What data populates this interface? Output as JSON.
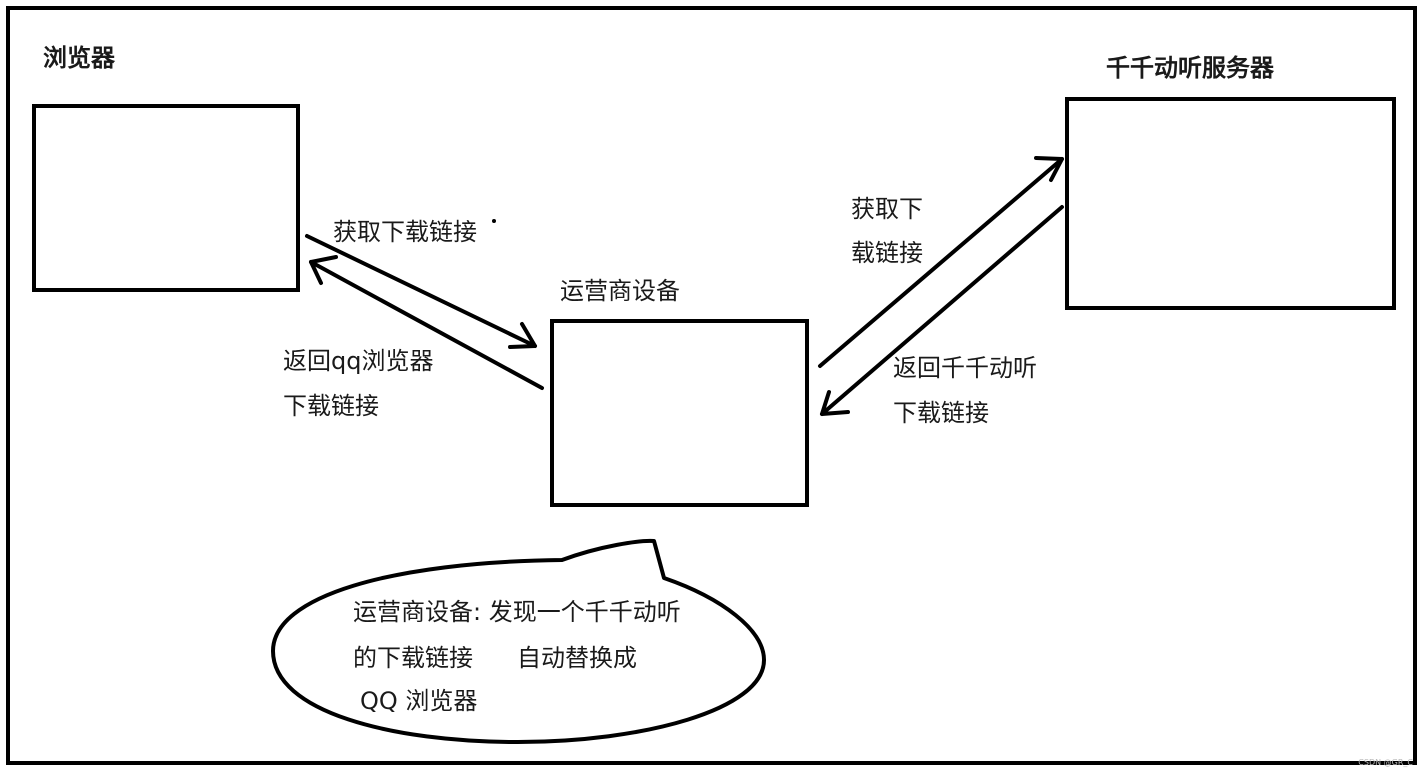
{
  "nodes": {
    "browser": {
      "label": "浏览器"
    },
    "carrier": {
      "label": "运营商设备"
    },
    "server": {
      "label": "千千动听服务器"
    }
  },
  "edges": {
    "browser_to_carrier": {
      "label": "获取下载链接"
    },
    "carrier_to_browser": {
      "line1": "返回qq浏览器",
      "line2": "下载链接"
    },
    "carrier_to_server": {
      "line1": "获取下",
      "line2": "载链接"
    },
    "server_to_carrier": {
      "line1": "返回千千动听",
      "line2": "下载链接"
    }
  },
  "callout": {
    "line1": "运营商设备: 发现一个千千动听",
    "line2": "的下载链接",
    "line2b": "自动替换成",
    "line3": "QQ 浏览器"
  },
  "watermark": "CSDN @GR_C"
}
